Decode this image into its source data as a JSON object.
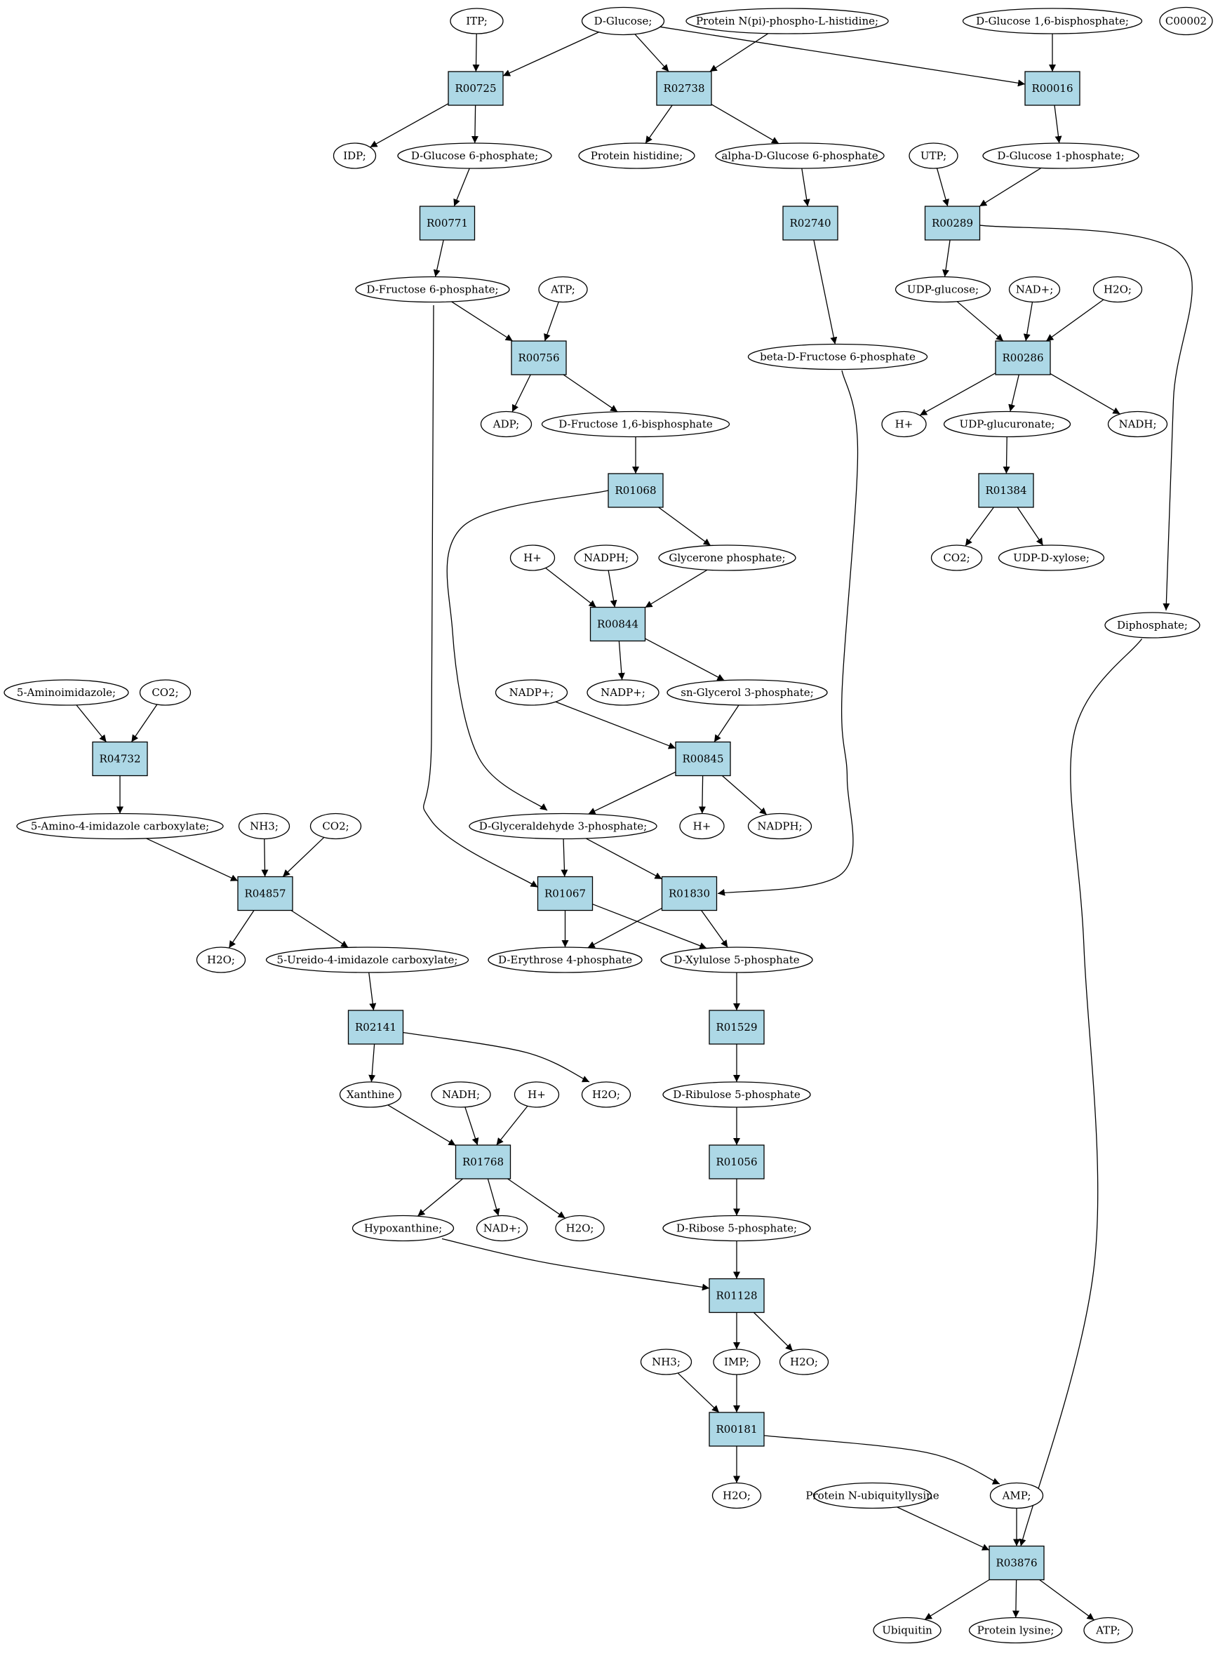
{
  "colors": {
    "reaction_fill": "#add8e6",
    "compound_fill": "#ffffff",
    "start_compound_fill": "#00ee00",
    "highlight_compound_fill": "#ffff00",
    "line": "#000000"
  },
  "nodes": [
    {
      "id": "itp",
      "kind": "compound",
      "label": "ITP;"
    },
    {
      "id": "dglc",
      "kind": "compound",
      "label": "D-Glucose;",
      "fill": "#00ee00"
    },
    {
      "id": "pnpi",
      "kind": "compound",
      "label": "Protein N(pi)-phospho-L-histidine;"
    },
    {
      "id": "dg16bp",
      "kind": "compound",
      "label": "D-Glucose 1,6-bisphosphate;"
    },
    {
      "id": "c00002",
      "kind": "compound",
      "label": "C00002",
      "fill": "#ffff00"
    },
    {
      "id": "R00725",
      "kind": "reaction",
      "label": "R00725"
    },
    {
      "id": "R02738",
      "kind": "reaction",
      "label": "R02738"
    },
    {
      "id": "R00016",
      "kind": "reaction",
      "label": "R00016"
    },
    {
      "id": "idp",
      "kind": "compound",
      "label": "IDP;"
    },
    {
      "id": "dg6p",
      "kind": "compound",
      "label": "D-Glucose 6-phosphate;"
    },
    {
      "id": "phis",
      "kind": "compound",
      "label": "Protein histidine;"
    },
    {
      "id": "adg6p",
      "kind": "compound",
      "label": "alpha-D-Glucose 6-phosphate"
    },
    {
      "id": "utp",
      "kind": "compound",
      "label": "UTP;"
    },
    {
      "id": "dg1p",
      "kind": "compound",
      "label": "D-Glucose 1-phosphate;"
    },
    {
      "id": "R00771",
      "kind": "reaction",
      "label": "R00771"
    },
    {
      "id": "R02740",
      "kind": "reaction",
      "label": "R02740"
    },
    {
      "id": "R00289",
      "kind": "reaction",
      "label": "R00289"
    },
    {
      "id": "df6p",
      "kind": "compound",
      "label": "D-Fructose 6-phosphate;"
    },
    {
      "id": "atp1",
      "kind": "compound",
      "label": "ATP;"
    },
    {
      "id": "udpg",
      "kind": "compound",
      "label": "UDP-glucose;"
    },
    {
      "id": "nadp1",
      "kind": "compound",
      "label": "NAD+;"
    },
    {
      "id": "h2o1",
      "kind": "compound",
      "label": "H2O;"
    },
    {
      "id": "R00756",
      "kind": "reaction",
      "label": "R00756"
    },
    {
      "id": "bdf6p",
      "kind": "compound",
      "label": "beta-D-Fructose 6-phosphate"
    },
    {
      "id": "R00286",
      "kind": "reaction",
      "label": "R00286"
    },
    {
      "id": "adp",
      "kind": "compound",
      "label": "ADP;"
    },
    {
      "id": "df16bp",
      "kind": "compound",
      "label": "D-Fructose 1,6-bisphosphate"
    },
    {
      "id": "hplus1",
      "kind": "compound",
      "label": "H+"
    },
    {
      "id": "udpgcr",
      "kind": "compound",
      "label": "UDP-glucuronate;"
    },
    {
      "id": "nadh1",
      "kind": "compound",
      "label": "NADH;"
    },
    {
      "id": "R01068",
      "kind": "reaction",
      "label": "R01068"
    },
    {
      "id": "R01384",
      "kind": "reaction",
      "label": "R01384"
    },
    {
      "id": "hplus2",
      "kind": "compound",
      "label": "H+"
    },
    {
      "id": "nadph1",
      "kind": "compound",
      "label": "NADPH;"
    },
    {
      "id": "glyp",
      "kind": "compound",
      "label": "Glycerone phosphate;"
    },
    {
      "id": "co2a",
      "kind": "compound",
      "label": "CO2;"
    },
    {
      "id": "udpx",
      "kind": "compound",
      "label": "UDP-D-xylose;"
    },
    {
      "id": "R00844",
      "kind": "reaction",
      "label": "R00844"
    },
    {
      "id": "diph",
      "kind": "compound",
      "label": "Diphosphate;"
    },
    {
      "id": "aminoimid",
      "kind": "compound",
      "label": "5-Aminoimidazole;"
    },
    {
      "id": "co2b",
      "kind": "compound",
      "label": "CO2;"
    },
    {
      "id": "nadpp1",
      "kind": "compound",
      "label": "NADP+;"
    },
    {
      "id": "nadpp2",
      "kind": "compound",
      "label": "NADP+;"
    },
    {
      "id": "sg3p",
      "kind": "compound",
      "label": "sn-Glycerol 3-phosphate;"
    },
    {
      "id": "R04732",
      "kind": "reaction",
      "label": "R04732"
    },
    {
      "id": "R00845",
      "kind": "reaction",
      "label": "R00845"
    },
    {
      "id": "a4ic",
      "kind": "compound",
      "label": "5-Amino-4-imidazole carboxylate;"
    },
    {
      "id": "nh3a",
      "kind": "compound",
      "label": "NH3;"
    },
    {
      "id": "co2c",
      "kind": "compound",
      "label": "CO2;"
    },
    {
      "id": "dg3p",
      "kind": "compound",
      "label": "D-Glyceraldehyde 3-phosphate;"
    },
    {
      "id": "hplus3",
      "kind": "compound",
      "label": "H+"
    },
    {
      "id": "nadph2",
      "kind": "compound",
      "label": "NADPH;"
    },
    {
      "id": "R04857",
      "kind": "reaction",
      "label": "R04857"
    },
    {
      "id": "R01067",
      "kind": "reaction",
      "label": "R01067"
    },
    {
      "id": "R01830",
      "kind": "reaction",
      "label": "R01830"
    },
    {
      "id": "h2o2",
      "kind": "compound",
      "label": "H2O;"
    },
    {
      "id": "u4ic",
      "kind": "compound",
      "label": "5-Ureido-4-imidazole carboxylate;"
    },
    {
      "id": "de4p",
      "kind": "compound",
      "label": "D-Erythrose 4-phosphate"
    },
    {
      "id": "dx5p",
      "kind": "compound",
      "label": "D-Xylulose 5-phosphate"
    },
    {
      "id": "R02141",
      "kind": "reaction",
      "label": "R02141"
    },
    {
      "id": "R01529",
      "kind": "reaction",
      "label": "R01529"
    },
    {
      "id": "xan",
      "kind": "compound",
      "label": "Xanthine"
    },
    {
      "id": "nadh2",
      "kind": "compound",
      "label": "NADH;"
    },
    {
      "id": "hplus4",
      "kind": "compound",
      "label": "H+"
    },
    {
      "id": "h2o3",
      "kind": "compound",
      "label": "H2O;"
    },
    {
      "id": "dru5p",
      "kind": "compound",
      "label": "D-Ribulose 5-phosphate"
    },
    {
      "id": "R01768",
      "kind": "reaction",
      "label": "R01768"
    },
    {
      "id": "R01056",
      "kind": "reaction",
      "label": "R01056"
    },
    {
      "id": "hypox",
      "kind": "compound",
      "label": "Hypoxanthine;"
    },
    {
      "id": "nadp2",
      "kind": "compound",
      "label": "NAD+;"
    },
    {
      "id": "h2o4",
      "kind": "compound",
      "label": "H2O;"
    },
    {
      "id": "dr5p",
      "kind": "compound",
      "label": "D-Ribose 5-phosphate;"
    },
    {
      "id": "R01128",
      "kind": "reaction",
      "label": "R01128"
    },
    {
      "id": "nh3b",
      "kind": "compound",
      "label": "NH3;"
    },
    {
      "id": "imp",
      "kind": "compound",
      "label": "IMP;"
    },
    {
      "id": "h2o5",
      "kind": "compound",
      "label": "H2O;"
    },
    {
      "id": "R00181",
      "kind": "reaction",
      "label": "R00181"
    },
    {
      "id": "h2o6",
      "kind": "compound",
      "label": "H2O;"
    },
    {
      "id": "pnul",
      "kind": "compound",
      "label": "Protein N-ubiquityllysine"
    },
    {
      "id": "amp",
      "kind": "compound",
      "label": "AMP;"
    },
    {
      "id": "R03876",
      "kind": "reaction",
      "label": "R03876"
    },
    {
      "id": "ubq",
      "kind": "compound",
      "label": "Ubiquitin"
    },
    {
      "id": "plys",
      "kind": "compound",
      "label": "Protein lysine;"
    },
    {
      "id": "atp2",
      "kind": "compound",
      "label": "ATP;"
    }
  ],
  "edges": [
    [
      "itp",
      "R00725"
    ],
    [
      "dglc",
      "R00725"
    ],
    [
      "dglc",
      "R02738"
    ],
    [
      "pnpi",
      "R02738"
    ],
    [
      "dglc",
      "R00016"
    ],
    [
      "dg16bp",
      "R00016"
    ],
    [
      "R00725",
      "idp"
    ],
    [
      "R00725",
      "dg6p"
    ],
    [
      "R02738",
      "phis"
    ],
    [
      "R02738",
      "adg6p"
    ],
    [
      "R00016",
      "dg1p"
    ],
    [
      "dg6p",
      "R00771"
    ],
    [
      "adg6p",
      "R02740"
    ],
    [
      "utp",
      "R00289"
    ],
    [
      "dg1p",
      "R00289"
    ],
    [
      "R00771",
      "df6p"
    ],
    [
      "R02740",
      "bdf6p"
    ],
    [
      "R00289",
      "udpg"
    ],
    [
      "R00289",
      "diph"
    ],
    [
      "df6p",
      "R00756"
    ],
    [
      "atp1",
      "R00756"
    ],
    [
      "df6p",
      "R01067"
    ],
    [
      "bdf6p",
      "R01830"
    ],
    [
      "udpg",
      "R00286"
    ],
    [
      "nadp1",
      "R00286"
    ],
    [
      "h2o1",
      "R00286"
    ],
    [
      "R00756",
      "adp"
    ],
    [
      "R00756",
      "df16bp"
    ],
    [
      "R00286",
      "hplus1"
    ],
    [
      "R00286",
      "udpgcr"
    ],
    [
      "R00286",
      "nadh1"
    ],
    [
      "df16bp",
      "R01068"
    ],
    [
      "udpgcr",
      "R01384"
    ],
    [
      "R01068",
      "glyp"
    ],
    [
      "R01068",
      "dg3p"
    ],
    [
      "R01384",
      "co2a"
    ],
    [
      "R01384",
      "udpx"
    ],
    [
      "hplus2",
      "R00844"
    ],
    [
      "nadph1",
      "R00844"
    ],
    [
      "glyp",
      "R00844"
    ],
    [
      "R00844",
      "nadpp2"
    ],
    [
      "R00844",
      "sg3p"
    ],
    [
      "aminoimid",
      "R04732"
    ],
    [
      "co2b",
      "R04732"
    ],
    [
      "R04732",
      "a4ic"
    ],
    [
      "nadpp1",
      "R00845"
    ],
    [
      "sg3p",
      "R00845"
    ],
    [
      "R00845",
      "dg3p"
    ],
    [
      "R00845",
      "hplus3"
    ],
    [
      "R00845",
      "nadph2"
    ],
    [
      "a4ic",
      "R04857"
    ],
    [
      "nh3a",
      "R04857"
    ],
    [
      "co2c",
      "R04857"
    ],
    [
      "dg3p",
      "R01067"
    ],
    [
      "dg3p",
      "R01830"
    ],
    [
      "R04857",
      "h2o2"
    ],
    [
      "R04857",
      "u4ic"
    ],
    [
      "R01067",
      "de4p"
    ],
    [
      "R01067",
      "dx5p"
    ],
    [
      "R01830",
      "de4p"
    ],
    [
      "R01830",
      "dx5p"
    ],
    [
      "u4ic",
      "R02141"
    ],
    [
      "dx5p",
      "R01529"
    ],
    [
      "R02141",
      "xan"
    ],
    [
      "R02141",
      "h2o3"
    ],
    [
      "R01529",
      "dru5p"
    ],
    [
      "xan",
      "R01768"
    ],
    [
      "nadh2",
      "R01768"
    ],
    [
      "hplus4",
      "R01768"
    ],
    [
      "dru5p",
      "R01056"
    ],
    [
      "R01768",
      "hypox"
    ],
    [
      "R01768",
      "nadp2"
    ],
    [
      "R01768",
      "h2o4"
    ],
    [
      "R01056",
      "dr5p"
    ],
    [
      "hypox",
      "R01128"
    ],
    [
      "dr5p",
      "R01128"
    ],
    [
      "R01128",
      "imp"
    ],
    [
      "R01128",
      "h2o5"
    ],
    [
      "nh3b",
      "R00181"
    ],
    [
      "imp",
      "R00181"
    ],
    [
      "R00181",
      "h2o6"
    ],
    [
      "R00181",
      "amp"
    ],
    [
      "pnul",
      "R03876"
    ],
    [
      "amp",
      "R03876"
    ],
    [
      "diph",
      "R03876"
    ],
    [
      "R03876",
      "ubq"
    ],
    [
      "R03876",
      "plys"
    ],
    [
      "R03876",
      "atp2"
    ]
  ]
}
